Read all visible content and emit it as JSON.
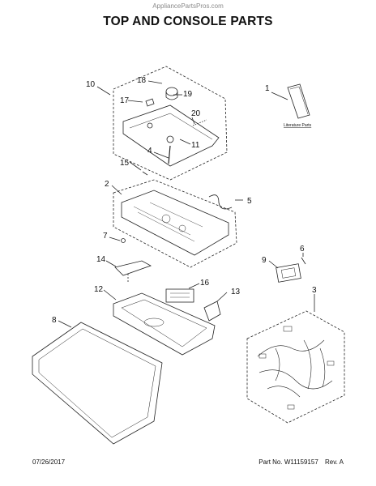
{
  "header": {
    "watermark": "AppliancePartsPros.com",
    "title": "TOP AND CONSOLE PARTS"
  },
  "literature_label": "Literature Parts",
  "callouts": [
    "1",
    "2",
    "3",
    "4",
    "5",
    "6",
    "7",
    "8",
    "9",
    "10",
    "11",
    "12",
    "13",
    "14",
    "15",
    "16",
    "17",
    "18",
    "19",
    "20"
  ],
  "footer": {
    "date": "07/26/2017",
    "part_no": "Part No.  W11159157",
    "rev": "Rev.  A"
  }
}
